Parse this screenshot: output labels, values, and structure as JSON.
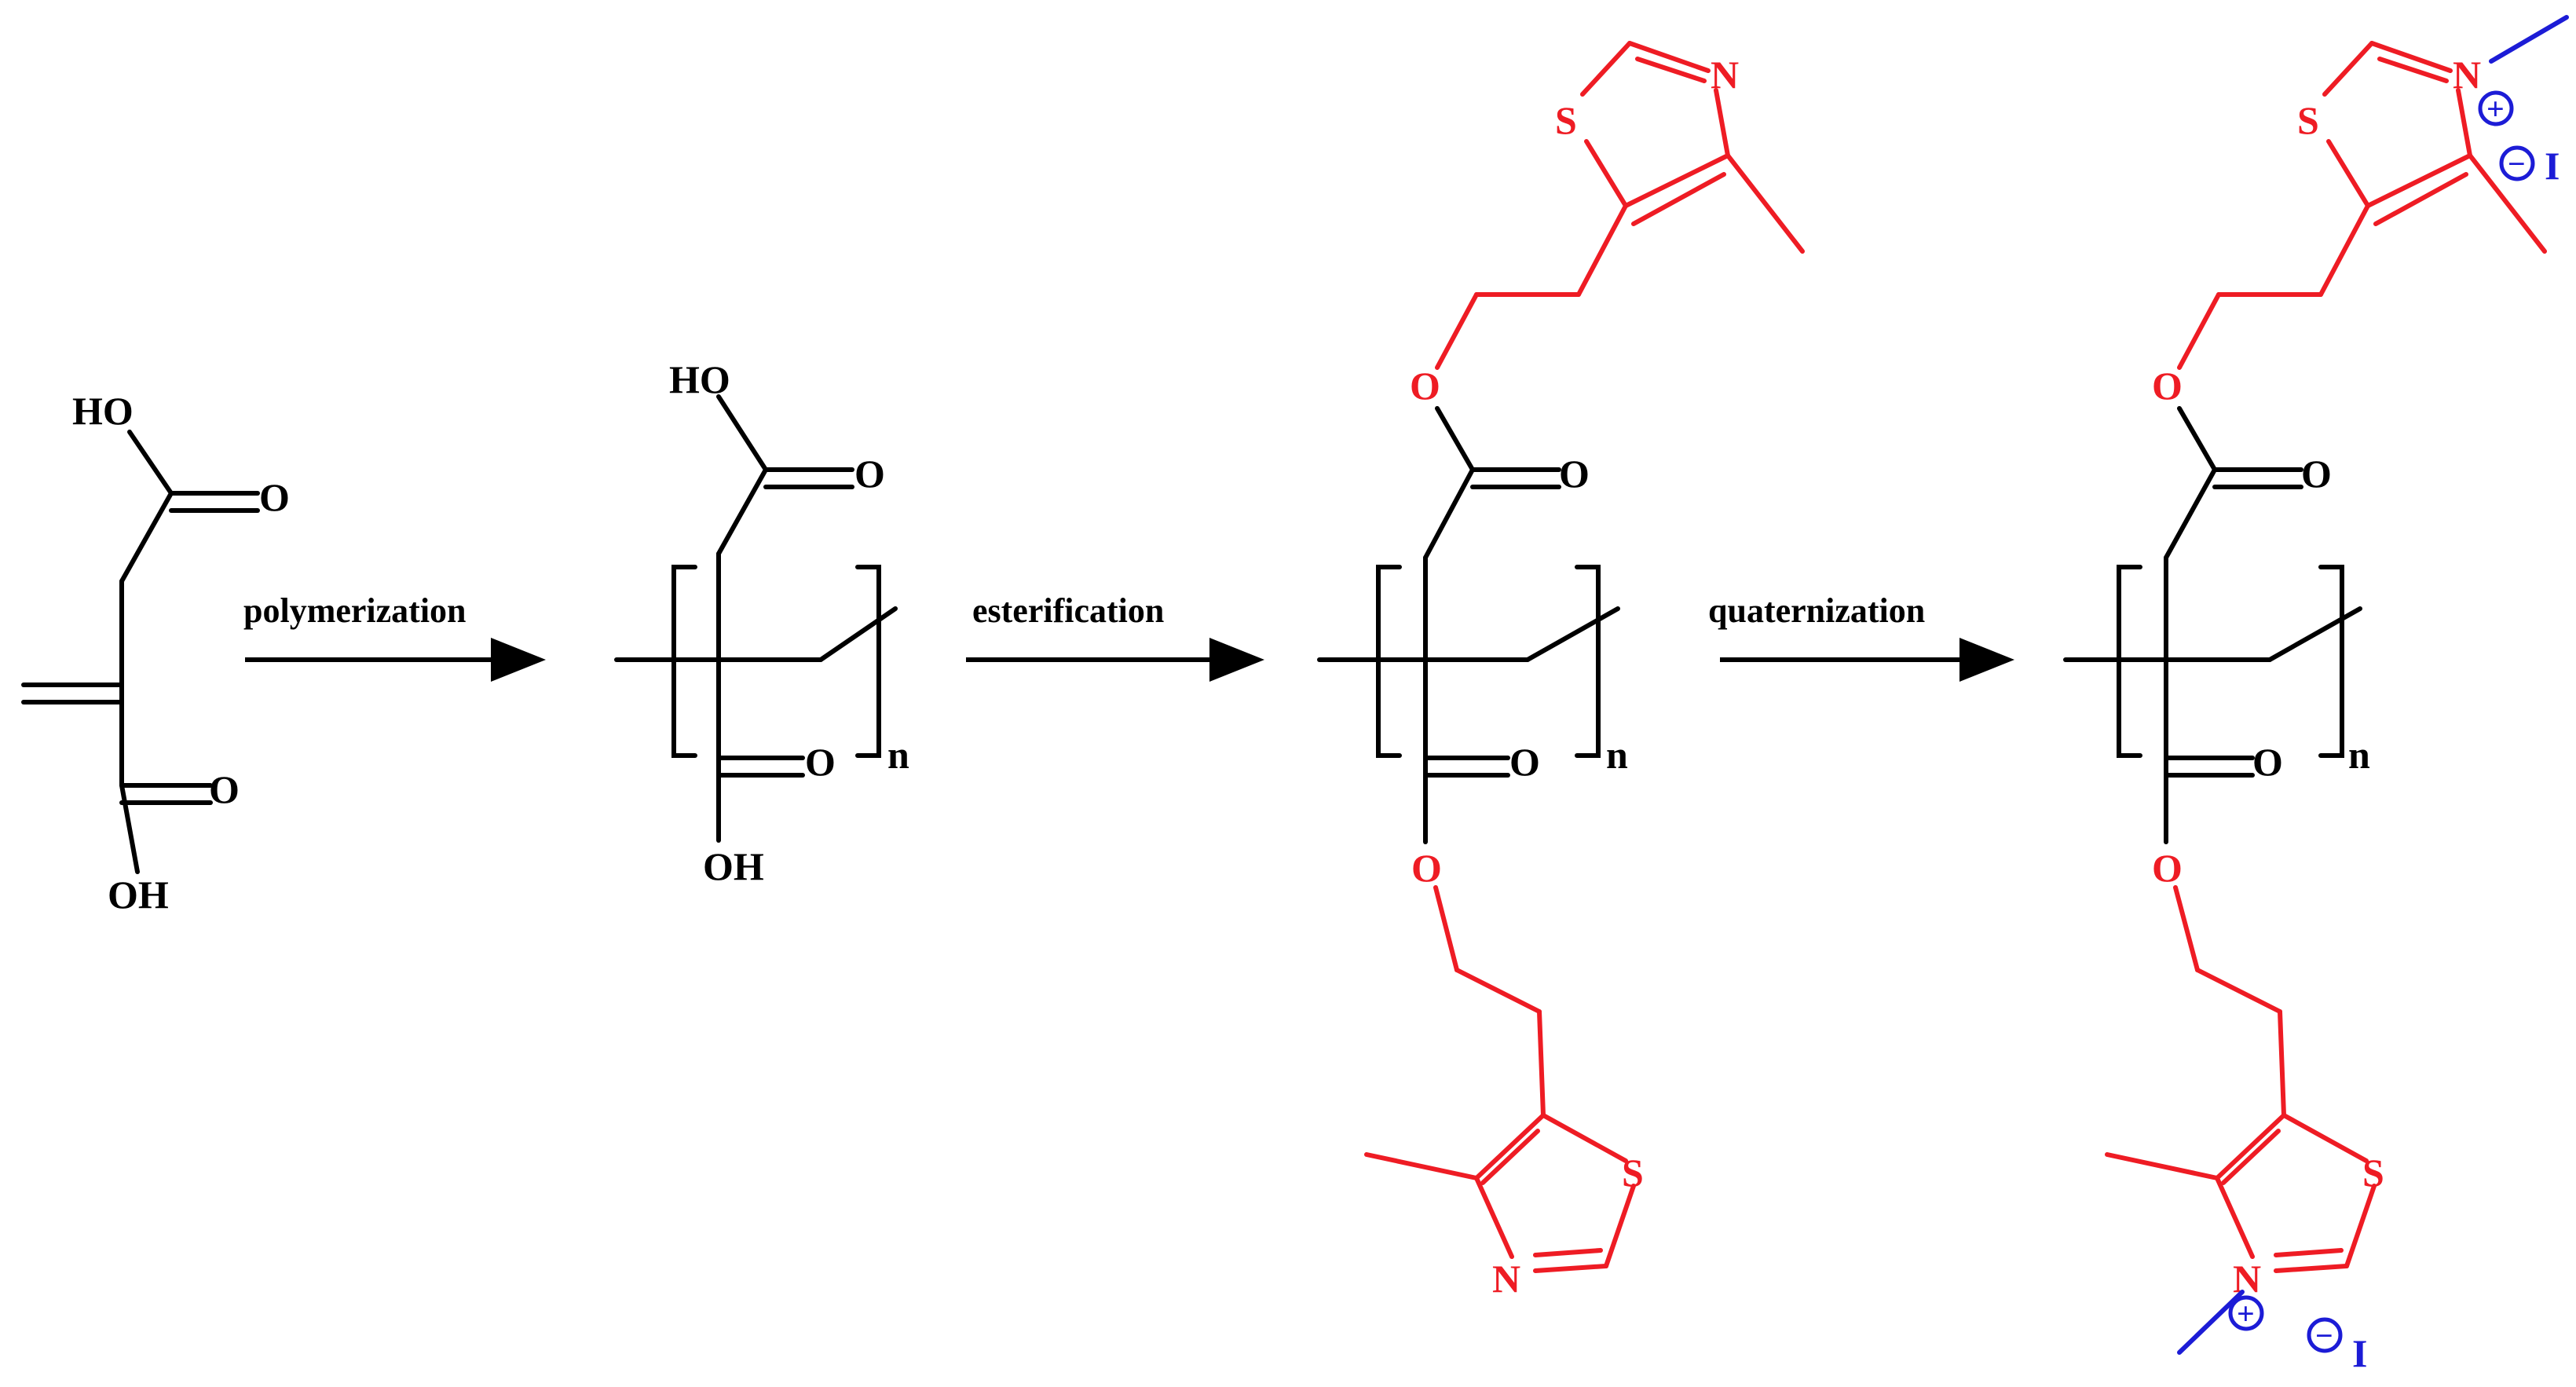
{
  "colors": {
    "backbone": "#000000",
    "thiazole": "#ee1c24",
    "quaternization": "#1c1cd6"
  },
  "arrows": [
    {
      "label": "polymerization"
    },
    {
      "label": "esterification"
    },
    {
      "label": "quaternization"
    }
  ],
  "atoms": {
    "hydroxyl_top": "HO",
    "hydroxyl_bottom": "OH",
    "oxygen": "O",
    "sulfur": "S",
    "nitrogen": "N",
    "iodine": "I",
    "repeat_unit": "n",
    "plus_sign": "+",
    "minus_sign": "−"
  }
}
